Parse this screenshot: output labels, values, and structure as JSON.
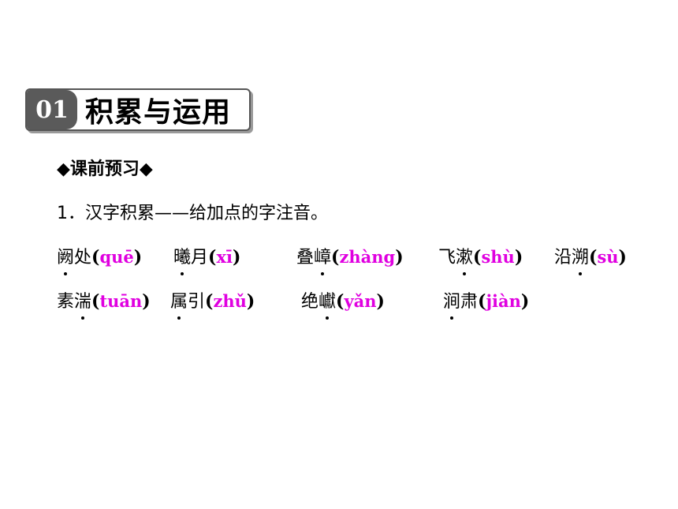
{
  "section": {
    "number": "01",
    "title": "积累与运用"
  },
  "subheading": "◆课前预习◆",
  "question": "1．汉字积累——给加点的字注音。",
  "rows": [
    [
      {
        "first": "阙",
        "second": "处",
        "dot": "first",
        "pinyin": "quē"
      },
      {
        "first": "曦",
        "second": "月",
        "dot": "first",
        "pinyin": "xī"
      },
      {
        "first": "叠",
        "second": "嶂",
        "dot": "second",
        "pinyin": "zhàng"
      },
      {
        "first": "飞",
        "second": "漱",
        "dot": "second",
        "pinyin": "shù"
      },
      {
        "first": "沿",
        "second": "溯",
        "dot": "second",
        "pinyin": "sù"
      }
    ],
    [
      {
        "first": "素",
        "second": "湍",
        "dot": "second",
        "pinyin": "tuān"
      },
      {
        "first": "属",
        "second": "引",
        "dot": "first",
        "pinyin": "zhǔ"
      },
      {
        "first": "绝",
        "second": "巘",
        "dot": "second",
        "pinyin": "yǎn"
      },
      {
        "first": "涧",
        "second": "肃",
        "dot": "first",
        "pinyin": "jiàn"
      }
    ]
  ]
}
